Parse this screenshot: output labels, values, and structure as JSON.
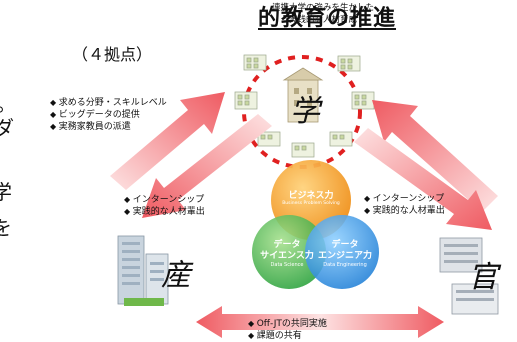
{
  "header": {
    "title": "的教育の推進",
    "subtitle": "（４拠点）",
    "caption_line1": "連携大学の強みを生かした",
    "caption_line2": "実践的な人材育成"
  },
  "left_fragments": [
    "。",
    "ダ",
    "学",
    "を"
  ],
  "university": {
    "label": "学",
    "bullets": [
      "求める分野・スキルレベル",
      "ビッグデータの提供",
      "実務家教員の派遣"
    ]
  },
  "industry": {
    "label": "産",
    "bullets": [
      "インターンシップ",
      "実践的な人材輩出"
    ]
  },
  "government": {
    "label": "官",
    "bullets": [
      "インターンシップ",
      "実践的な人材輩出"
    ]
  },
  "bottom_bullets": [
    "Off-JTの共同実施",
    "課題の共有"
  ],
  "venn": {
    "business": {
      "label": "ビジネス力",
      "sub": "Business Problem Solving",
      "color": "#f59a1a"
    },
    "data_science": {
      "label_1": "データ",
      "label_2": "サイエンス力",
      "sub": "Data Science",
      "color": "#3bb54a"
    },
    "data_engineering": {
      "label_1": "データ",
      "label_2": "エンジニア力",
      "sub": "Data Engineering",
      "color": "#2e8fe0"
    }
  },
  "colors": {
    "arrow": "#f07a7e",
    "dash_ring": "#e02020"
  }
}
